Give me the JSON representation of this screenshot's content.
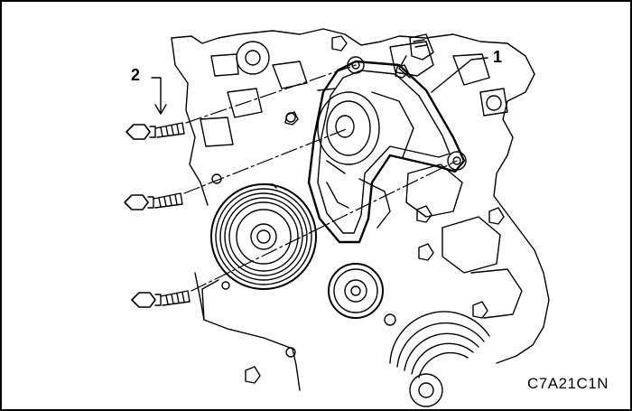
{
  "callouts": {
    "one": "1",
    "two": "2"
  },
  "figure_code": "C7A21C1N",
  "parts": {
    "bracket": "drive-belt-tensioner-bracket",
    "bolts": "tensioner-bracket-bolts"
  },
  "colors": {
    "line": "#000000",
    "background": "#ffffff"
  }
}
